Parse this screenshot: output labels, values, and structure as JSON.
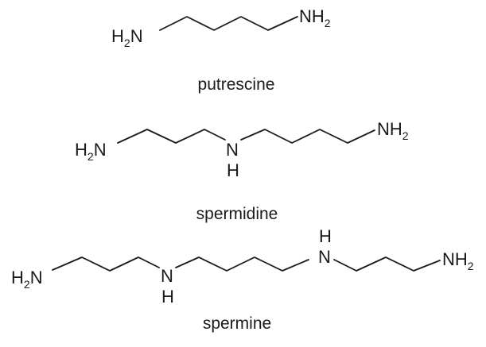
{
  "molecules": {
    "putrescine": {
      "name": "putrescine",
      "left_group": {
        "main": "H",
        "sub": "2",
        "tail": "N"
      },
      "right_group": {
        "main": "NH",
        "sub": "2"
      }
    },
    "spermidine": {
      "name": "spermidine",
      "left_group": {
        "main": "H",
        "sub": "2",
        "tail": "N"
      },
      "middle_n": {
        "n": "N",
        "h": "H"
      },
      "right_group": {
        "main": "NH",
        "sub": "2"
      }
    },
    "spermine": {
      "name": "spermine",
      "left_group": {
        "main": "H",
        "sub": "2",
        "tail": "N"
      },
      "middle_n_1": {
        "n": "N",
        "h": "H"
      },
      "middle_n_2": {
        "n": "N",
        "h": "H"
      },
      "right_group": {
        "main": "NH",
        "sub": "2"
      }
    }
  }
}
